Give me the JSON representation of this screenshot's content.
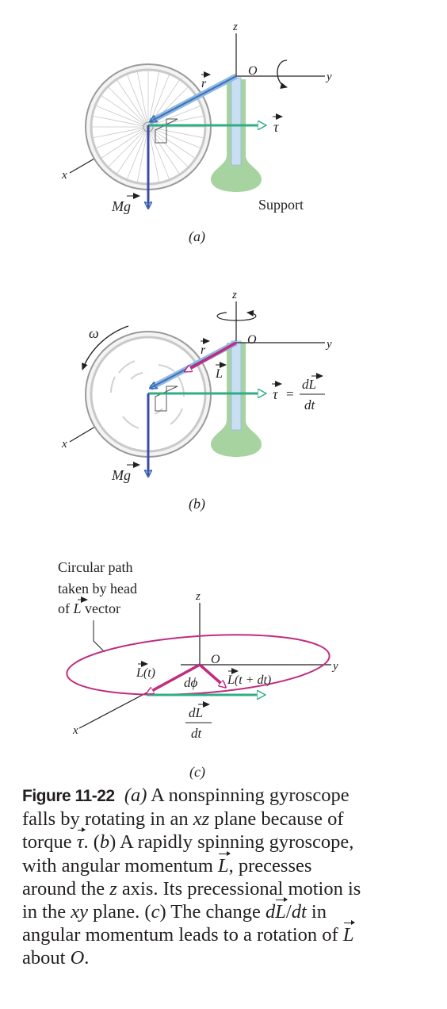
{
  "panel_a": {
    "axis_z": "z",
    "axis_y": "y",
    "axis_x": "x",
    "origin": "O",
    "r_label": "r",
    "tau_label": "τ",
    "weight_label": "Mg",
    "support_label": "Support",
    "panel_label": "(a)"
  },
  "panel_b": {
    "axis_z": "z",
    "axis_y": "y",
    "axis_x": "x",
    "origin": "O",
    "omega_label": "ω",
    "r_label": "r",
    "L_label": "L",
    "tau_label": "τ",
    "equals": "=",
    "dL_num": "dL",
    "dt_den": "dt",
    "weight_label": "Mg",
    "panel_label": "(b)"
  },
  "panel_c": {
    "note_line1": "Circular path",
    "note_line2": "taken by head",
    "note_line3_pre": "of ",
    "note_line3_vec": "L",
    "note_line3_post": " vector",
    "axis_z": "z",
    "axis_y": "y",
    "axis_x": "x",
    "origin": "O",
    "Lt_label": "L(t)",
    "dphi_label": "dϕ",
    "Ltdt_label": "L(t + dt)",
    "dL_num": "dL",
    "dt_den": "dt",
    "panel_label": "(c)"
  },
  "caption": {
    "figure_number": "Figure 11-22",
    "lines": [
      {
        "a": "(a)",
        "b": " A nonspinning  gyroscope"
      },
      {
        "a": "falls by rotating in an ",
        "b": "xz",
        "c": " plane because of"
      },
      {
        "a": "torque ",
        "b": "τ",
        "c": ". (",
        "d": "b",
        "e": ") A rapidly spinning gyroscope,"
      },
      {
        "a": "with angular momentum ",
        "b": "L",
        "c": ", precesses"
      },
      {
        "a": "around the ",
        "b": "z",
        "c": " axis. Its precessional motion is"
      },
      {
        "a": "in the ",
        "b": "xy",
        "c": " plane. (",
        "d": "c",
        "e": ") The change ",
        "f": "d",
        "g": "L",
        "h": "/",
        "i": "dt",
        "j": " in"
      },
      {
        "a": "angular momentum leads to a rotation of ",
        "b": "L"
      },
      {
        "a": "about ",
        "b": "O",
        "c": "."
      }
    ]
  },
  "colors": {
    "blue_vector": "#3d6fb6",
    "green_vector": "#2fae86",
    "magenta_vector": "#c12c7f",
    "support_green": "#a7d3a0",
    "axis": "#231f20"
  }
}
